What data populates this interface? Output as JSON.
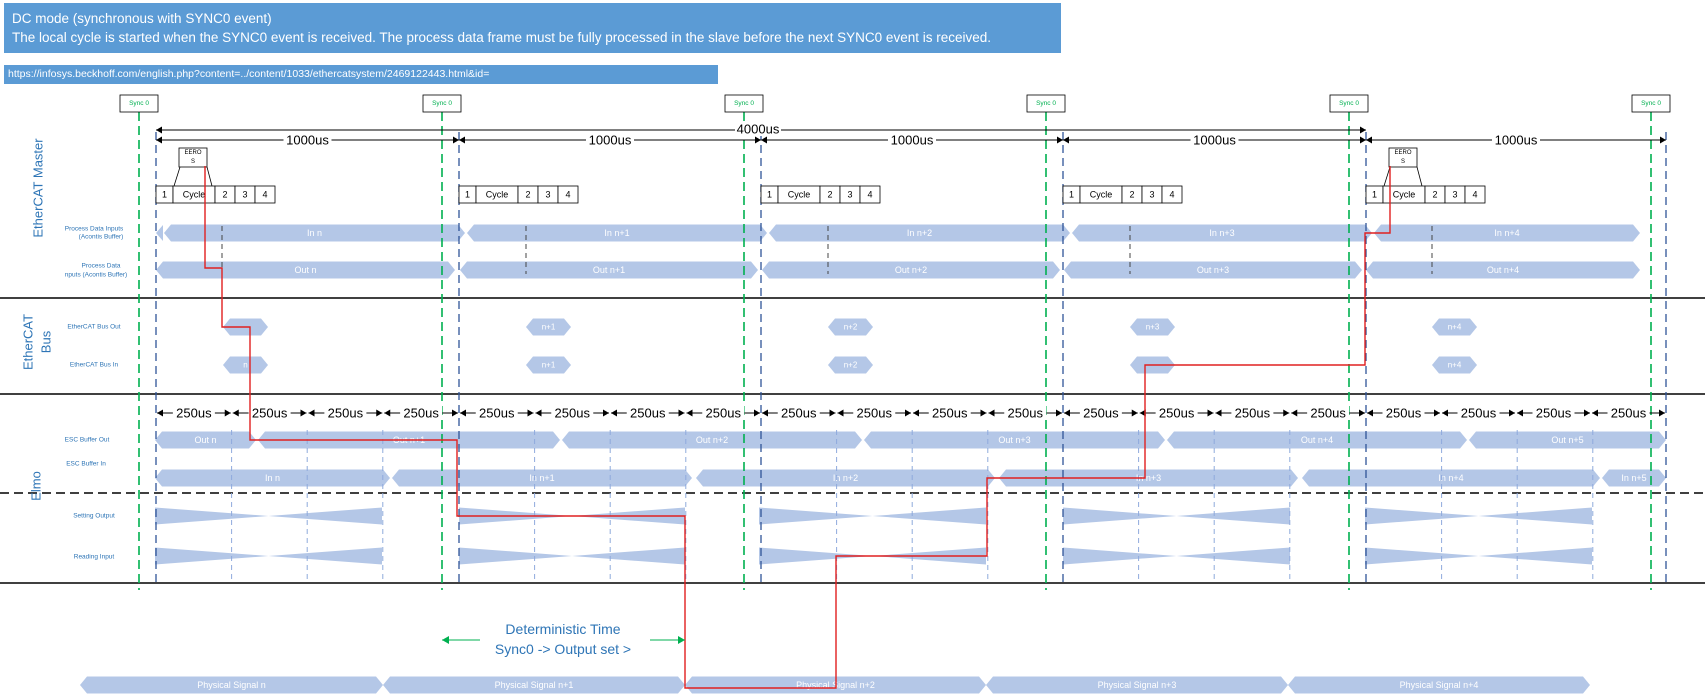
{
  "header": {
    "title": "DC mode (synchronous with SYNC0 event)",
    "subtitle": "The local cycle is started when the SYNC0 event is received. The process data frame must be fully processed in the slave before the next SYNC0 event is received."
  },
  "url": "https://infosys.beckhoff.com/english.php?content=../content/1033/ethercatsystem/2469122443.html&id=",
  "colors": {
    "text_blue": "#2e75b6",
    "arrow_fill": "#b4c7e7",
    "arrow_text": "#ffffff",
    "sync_green": "#00b050",
    "red_path": "#e02020",
    "divider": "#000000",
    "dashed_blue": "#2f5597"
  },
  "sync_label": "Sync 0",
  "total_duration": "4000us",
  "cycle_duration": "1000us",
  "quarter_duration": "250us",
  "sections": {
    "master": "EtherCAT Master",
    "bus_line1": "EtherCAT",
    "bus_line2": "Bus",
    "elmo": "Elmo"
  },
  "row_labels": {
    "pdi_line1": "Process Data Inputs",
    "pdi_line2": "(Acontis Buffer)",
    "pdo_line1": "Process Data",
    "pdo_line2": "nputs (Acontis Buffer)",
    "bus_out": "EtherCAT Bus Out",
    "bus_in": "EtherCAT Bus In",
    "esc_out": "ESC Buffer Out",
    "esc_in": "ESC Buffer In",
    "setting_output": "Setting Output",
    "reading_input": "Reading Input"
  },
  "eeros_label": "EERO S",
  "cycle_steps": [
    "1",
    "Cycle",
    "2",
    "3",
    "4"
  ],
  "in_labels": [
    "In n",
    "In n+1",
    "In n+2",
    "In n+3",
    "In n+4"
  ],
  "out_labels": [
    "Out n",
    "Out n+1",
    "Out n+2",
    "Out n+3",
    "Out n+4"
  ],
  "bus_out_labels": [
    "n",
    "n+1",
    "n+2",
    "n+3",
    "n+4"
  ],
  "bus_in_labels": [
    "n",
    "n+1",
    "n+2",
    "n+3",
    "n+4"
  ],
  "esc_out_labels": [
    "Out n",
    "Out n+1",
    "Out n+2",
    "Out n+3",
    "Out n+4",
    "Out n+5"
  ],
  "esc_in_labels": [
    "In n",
    "In n+1",
    "In n+2",
    "In n+3",
    "In n+4",
    "In n+5"
  ],
  "deterministic": {
    "line1": "Deterministic Time",
    "line2": "Sync0 -> Output set >"
  },
  "physical_labels": [
    "Physical Signal n",
    "Physical Signal n+1",
    "Physical Signal n+2",
    "Physical Signal n+3",
    "Physical Signal n+4"
  ]
}
